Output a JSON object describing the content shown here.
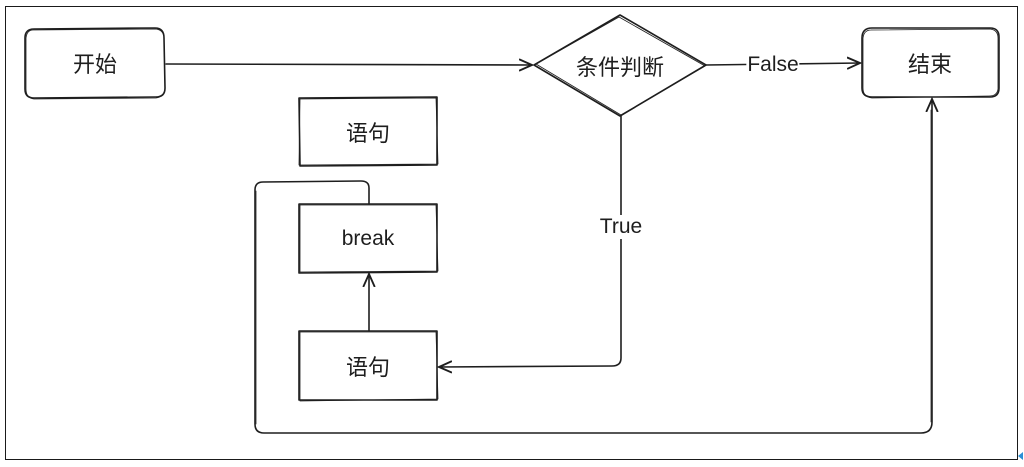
{
  "diagram": {
    "nodes": {
      "start": "开始",
      "condition": "条件判断",
      "end": "结束",
      "statement_top": "语句",
      "break": "break",
      "statement_bottom": "语句"
    },
    "edges": {
      "false_label": "False",
      "true_label": "True"
    },
    "stroke_color": "#1e1e1e"
  }
}
